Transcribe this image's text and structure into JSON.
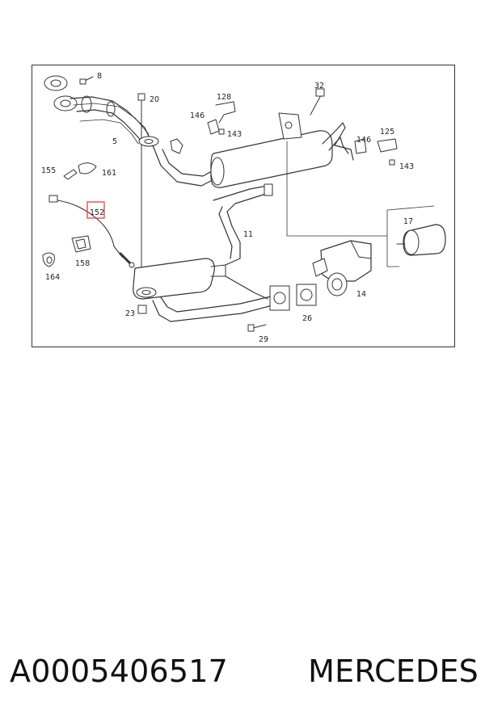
{
  "diagram": {
    "callouts": {
      "c8": "8",
      "c20": "20",
      "c5": "5",
      "c128": "128",
      "c146a": "146",
      "c143a": "143",
      "c32": "32",
      "c125": "125",
      "c146b": "146",
      "c143b": "143",
      "c155": "155",
      "c161": "161",
      "c152": "152",
      "c11": "11",
      "c17": "17",
      "c158": "158",
      "c164": "164",
      "c14": "14",
      "c23": "23",
      "c26": "26",
      "c29": "29"
    },
    "highlight_color": "#e8403c"
  },
  "caption": {
    "part_number": "A0005406517",
    "brand": "MERCEDES"
  }
}
